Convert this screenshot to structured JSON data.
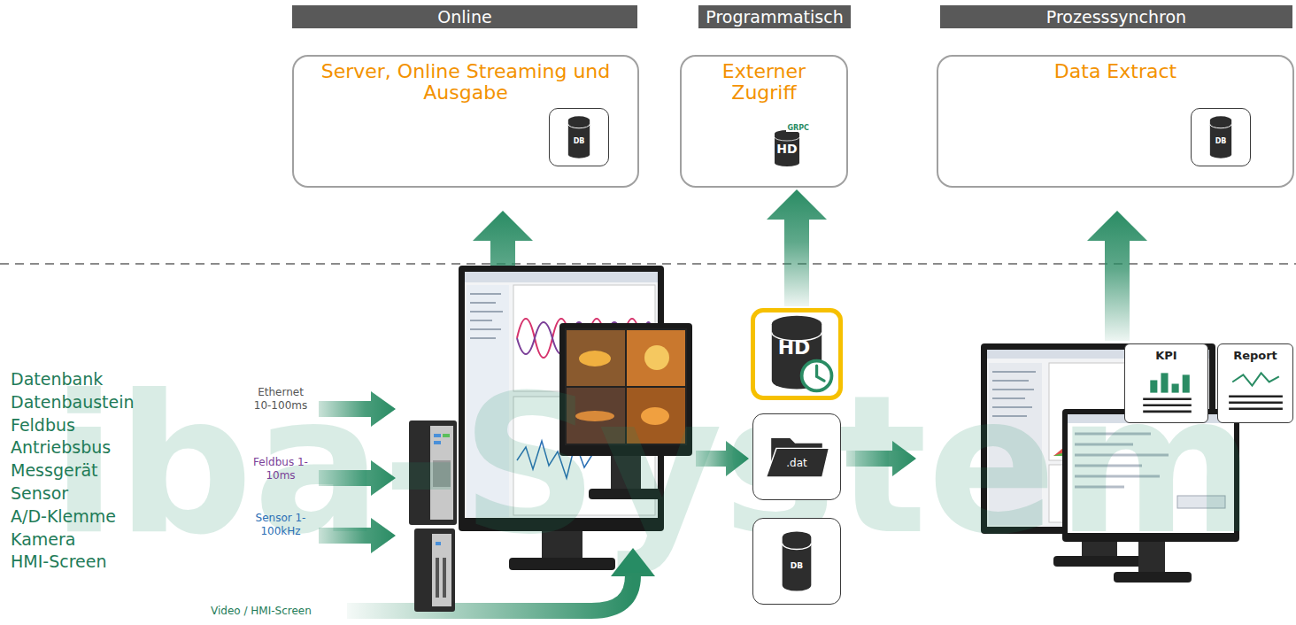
{
  "diagram": {
    "nodes": [
      {
        "text": [
          "Online"
        ]
      },
      {
        "text": [
          "Programmatisch"
        ]
      },
      {
        "text": [
          "Prozesssynchron"
        ]
      },
      {
        "text": [
          "Server, Online Streaming und Ausgabe"
        ]
      },
      {
        "text": [
          "DB"
        ],
        "in": 3
      },
      {
        "text": [
          "Externer Zugriff"
        ]
      },
      {
        "text": [
          "GRPC",
          "HD"
        ],
        "in": 5
      },
      {
        "text": [
          "Data Extract"
        ]
      },
      {
        "text": [
          "DB"
        ],
        "in": 7
      },
      {
        "text": [
          "HD"
        ]
      },
      {
        "text": [
          ".dat"
        ]
      },
      {
        "text": [
          "DB"
        ]
      },
      {
        "text": [
          "KPI"
        ]
      },
      {
        "text": [
          "Report"
        ]
      }
    ],
    "edges": [
      {
        "from": 9,
        "to": 5,
        "arrow": "to"
      }
    ],
    "labels": [
      "Datenbank",
      "Datenbaustein",
      "Feldbus",
      "Antriebsbus",
      "Messgerät",
      "Sensor",
      "A/D-Klemme",
      "Kamera",
      "HMI-Screen",
      "Ethernet 10-100ms",
      "Feldbus 1-10ms",
      "Sensor 1-100kHz",
      "Video / HMI-Screen",
      "iba-System"
    ]
  }
}
